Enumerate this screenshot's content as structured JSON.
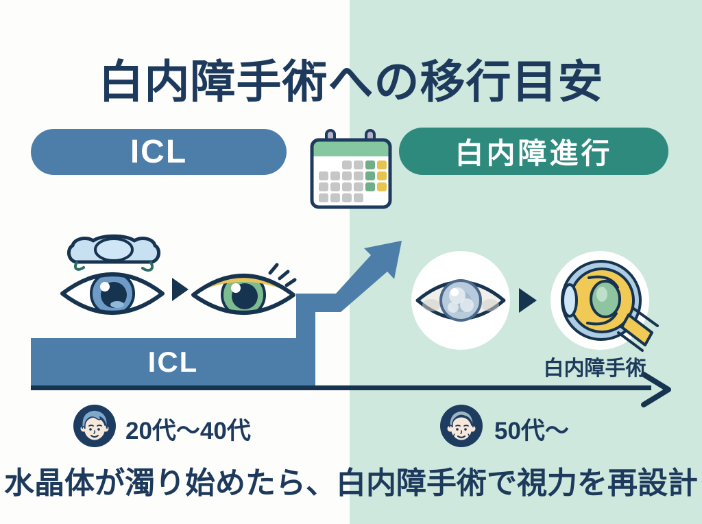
{
  "title": {
    "text": "白内障手術への移行目安"
  },
  "pills": {
    "icl_label": "ICL",
    "progression_label": "白内障進行"
  },
  "timeline": {
    "icl_bar_label": "ICL",
    "surgery_label": "白内障手術",
    "age_left": "20代〜40代",
    "age_right": "50代〜"
  },
  "footer": {
    "text": "水晶体が濁り始めたら、白内障手術で視力を再設計"
  },
  "colors": {
    "navy_text": "#1d3a5c",
    "outline_navy": "#16334f",
    "steel_blue": "#4d7ea9",
    "teal_pill": "#2e8a7d",
    "bg_green": "#cfe8dd",
    "calendar_green": "#85c79e",
    "calendar_yellow": "#e6c44f",
    "iris_blue": "#6f9cc6",
    "iris_green": "#7cbc8e",
    "lens_light_blue": "#c7e0f2",
    "anatomy_yellow": "#f0ca54",
    "anatomy_green": "#8fc4a0"
  },
  "icons": {
    "calendar-icon": "monthly calendar with gray, green and yellow marked dates",
    "icl-lens-icon": "implantable collamer lens",
    "clear-eye-icon": "healthy blue eye",
    "treated-eye-icon": "green eye after ICL with lash accent",
    "arrow-right-icon": "▶",
    "growth-arrow-icon": "stepped rising arrow",
    "cloudy-eye-icon": "eye with clouded lens",
    "eye-anatomy-icon": "cross-section of eye for cataract surgery",
    "timeline-arrow-icon": "→",
    "young-person-icon": "person aged 20s–40s",
    "older-person-icon": "person aged 50s+"
  }
}
